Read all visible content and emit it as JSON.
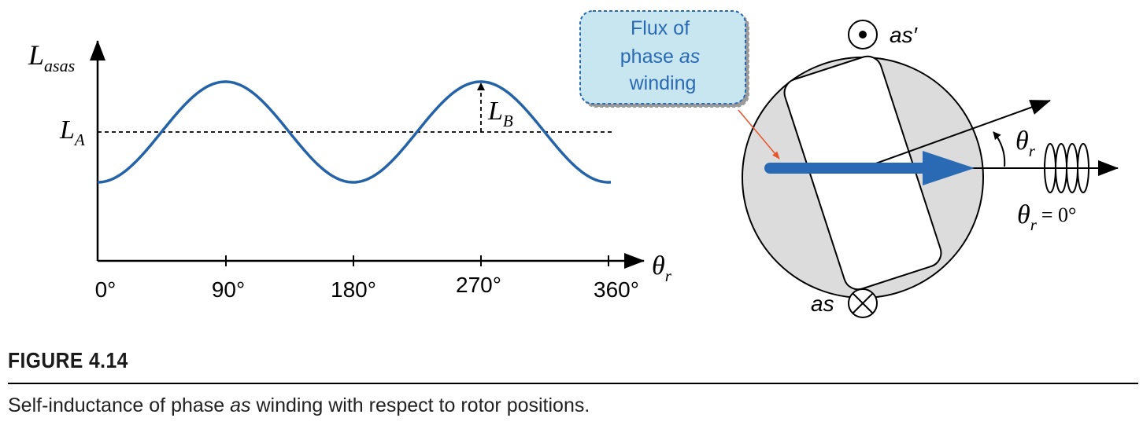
{
  "plot": {
    "ylabel_main": "L",
    "ylabel_sub": "asas",
    "la_main": "L",
    "la_sub": "A",
    "lb_main": "L",
    "lb_sub": "B",
    "xaxis_main": "θ",
    "xaxis_sub": "r",
    "ticks": [
      "0°",
      "90°",
      "180°",
      "270°",
      "360°"
    ]
  },
  "chart_data": {
    "type": "line",
    "xlabel": "θr",
    "ylabel": "Lasas",
    "x_ticks": [
      "0°",
      "90°",
      "180°",
      "270°",
      "360°"
    ],
    "series": [
      {
        "x": [
          0,
          45,
          90,
          135,
          180,
          225,
          270,
          315,
          360
        ],
        "y": [
          -1,
          0,
          1,
          0,
          -1,
          0,
          1,
          0,
          -1
        ]
      }
    ],
    "annotations": [
      "LA",
      "LB"
    ]
  },
  "machine": {
    "callout": [
      "Flux of",
      "phase",
      "as",
      "winding"
    ],
    "as_prime": "as′",
    "as_label": "as",
    "theta_main": "θ",
    "theta_sub": "r",
    "zero_main": "θ",
    "zero_sub": "r",
    "zero_value": "= 0°"
  },
  "caption": {
    "title": "FIGURE 4.14",
    "text_before": "Self-inductance of phase ",
    "text_italic": "as",
    "text_after": " winding with respect to rotor positions."
  },
  "colors": {
    "curve": "#2563a8",
    "flux": "#2a6ab4",
    "callout_fill": "#c7e6ef",
    "callout_border": "#2a6ab4",
    "pointer": "#e8542a",
    "stator_fill": "#dcdcdc"
  }
}
